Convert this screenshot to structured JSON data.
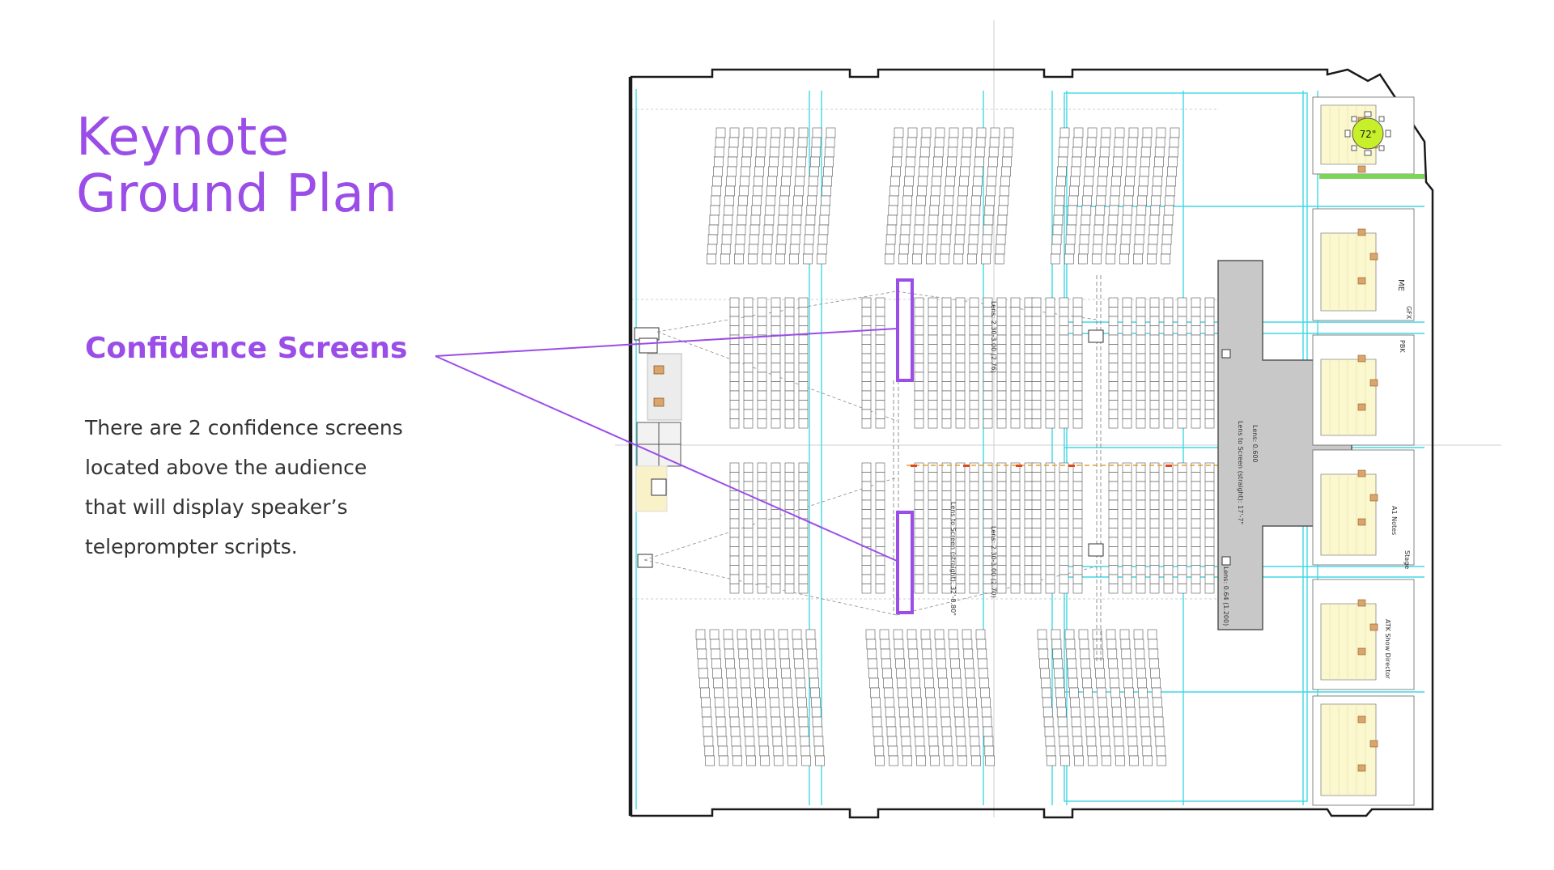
{
  "slide": {
    "title_lines": [
      "Keynote",
      "Ground Plan"
    ]
  },
  "callout": {
    "heading": "Confidence Screens",
    "body_lines": [
      "There are 2 confidence screens",
      "located above the audience",
      "that will display speaker’s",
      "teleprompter scripts."
    ]
  },
  "plan": {
    "table_label": "72\"",
    "booth_labels": [
      "ME",
      "GFX",
      "PBK",
      "A1 Notes",
      "Stage",
      "ATK Show Director"
    ],
    "lens_labels": [
      "Lens: 2.30-3.00 (2.76)",
      "Lens to Screen (straight): 32'-8.80\"",
      "Lens: 2.30-3.00 (2.70)",
      "Lens to Screen (straight): 17'-7\"",
      "Lens: 0.600",
      "Lens: 0.64 (1.200)"
    ],
    "colors": {
      "accent": "#9b4de8",
      "guide_lines": "#3fd9e6",
      "stage": "#c8c8c8",
      "booth_fill": "#fbf7cf",
      "table": "#c8f02a"
    }
  }
}
